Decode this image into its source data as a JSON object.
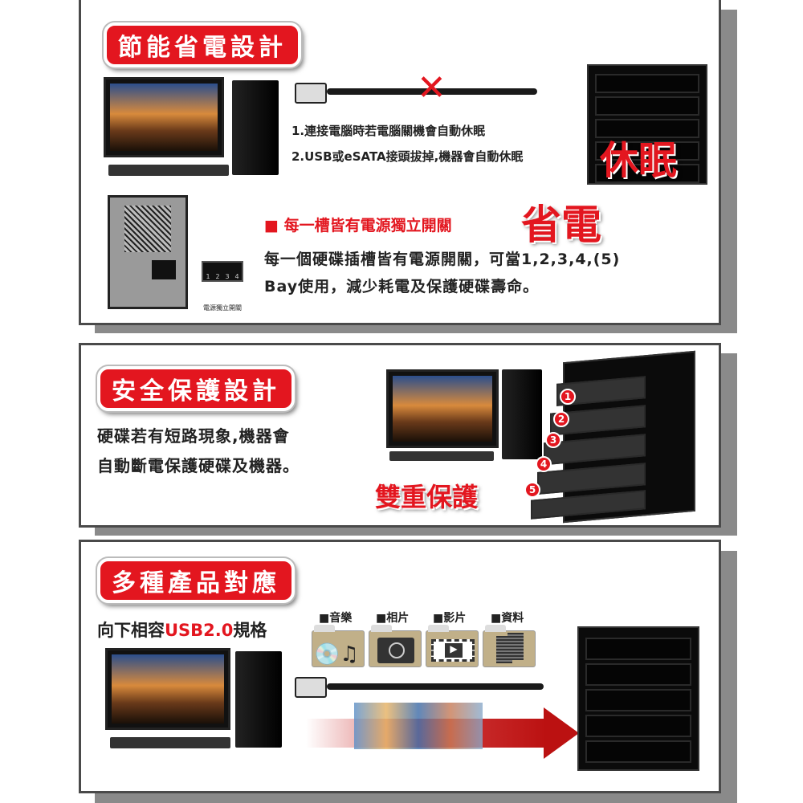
{
  "section1": {
    "title": "節能省電設計",
    "line1": "1.連接電腦時若電腦關機會自動休眠",
    "line2": "2.USB或eSATA接頭拔掉,機器會自動休眠",
    "sleep_label": "休眠",
    "bullet": "每一槽皆有電源獨立開關",
    "save_label": "省電",
    "desc1": "每一個硬碟插槽皆有電源開關，可當1,2,3,4,(5)",
    "desc2": "Bay使用，減少耗電及保護硬碟壽命。",
    "switch_caption": "電源獨立開關",
    "switch_numbers": [
      "1",
      "2",
      "3",
      "4"
    ]
  },
  "section2": {
    "title": "安全保護設計",
    "desc1": "硬碟若有短路現象,機器會",
    "desc2": "自動斷電保護硬碟及機器。",
    "highlight": "雙重保護",
    "bays": [
      "1",
      "2",
      "3",
      "4",
      "5"
    ]
  },
  "section3": {
    "title": "多種產品對應",
    "compat_prefix": "向下相容",
    "compat_usb": "USB2.0",
    "compat_suffix": "規格",
    "categories": [
      {
        "label": "■音樂",
        "icon": "music"
      },
      {
        "label": "■相片",
        "icon": "photo"
      },
      {
        "label": "■影片",
        "icon": "video"
      },
      {
        "label": "■資料",
        "icon": "document"
      }
    ]
  },
  "colors": {
    "accent": "#e3161f",
    "border": "#4a4a4a",
    "shadow": "#8a8a8a"
  }
}
